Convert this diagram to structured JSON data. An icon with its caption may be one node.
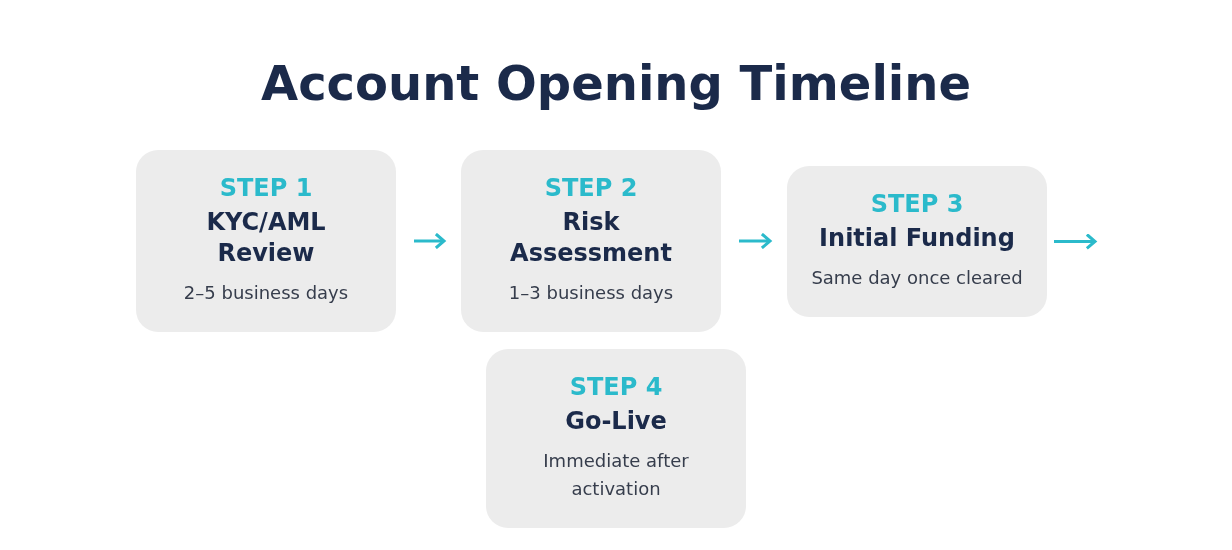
{
  "diagram": {
    "title": "Account Opening Timeline",
    "nodes": [
      {
        "text": [
          "STEP 1",
          "KYC/AML Review",
          "2–5 business days"
        ]
      },
      {
        "text": [
          "STEP 2",
          "Risk Assessment",
          "1–3 business days"
        ]
      },
      {
        "text": [
          "STEP 3",
          "Initial Funding",
          "Same day once cleared"
        ]
      },
      {
        "text": [
          "STEP 4",
          "Go-Live",
          "Immediate after activation"
        ]
      }
    ],
    "edges": [
      {
        "from": 0,
        "to": 1,
        "arrow": "to"
      },
      {
        "from": 1,
        "to": 2,
        "arrow": "to"
      },
      {
        "from": 2,
        "to": null,
        "arrow": "to"
      }
    ]
  }
}
